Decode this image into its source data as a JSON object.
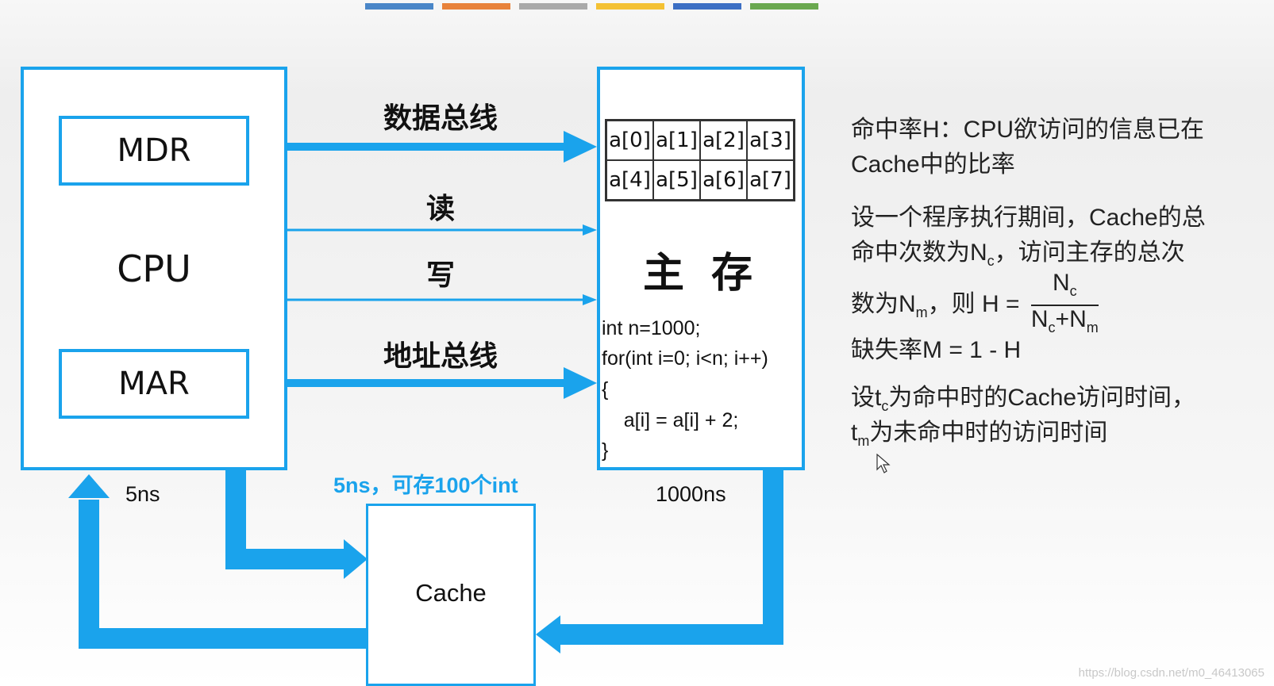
{
  "colors": {
    "accent": "#1aa3ec",
    "stripes": [
      "#4a86c8",
      "#e8823a",
      "#a9a9a9",
      "#f4c133",
      "#3c6fc4",
      "#6aa84f"
    ]
  },
  "cpu": {
    "label": "CPU",
    "mdr": "MDR",
    "mar": "MAR"
  },
  "memory": {
    "label": "主 存",
    "array": [
      "a[0]",
      "a[1]",
      "a[2]",
      "a[3]",
      "a[4]",
      "a[5]",
      "a[6]",
      "a[7]"
    ],
    "code": [
      "int n=1000;",
      "for(int i=0; i<n; i++)",
      "{",
      "    a[i] = a[i] + 2;",
      "}"
    ]
  },
  "bus": {
    "data": "数据总线",
    "read": "读",
    "write": "写",
    "address": "地址总线"
  },
  "cache": {
    "label": "Cache",
    "caption": "5ns，可存100个int"
  },
  "timings": {
    "cpu": "5ns",
    "memory": "1000ns"
  },
  "notes": {
    "hit_rate_1": "命中率H：CPU欲访问的信息已在",
    "hit_rate_2": "Cache中的比率",
    "setup_1": "设一个程序执行期间，Cache的总",
    "setup_2a": "命中次数为N",
    "setup_2b": "c",
    "setup_2c": "，访问主存的总次",
    "setup_3a": "数为N",
    "setup_3b": "m",
    "setup_3c": "，则 H =",
    "frac_num_a": "N",
    "frac_num_b": "c",
    "frac_den_a": "N",
    "frac_den_b": "c",
    "frac_den_c": "+N",
    "frac_den_d": "m",
    "miss_rate": "缺失率M = 1 - H",
    "tc_1a": "设t",
    "tc_1b": "c",
    "tc_1c": "为命中时的Cache访问时间，",
    "tm_1a": "t",
    "tm_1b": "m",
    "tm_1c": "为未命中时的访问时间"
  },
  "watermark": "https://blog.csdn.net/m0_46413065"
}
